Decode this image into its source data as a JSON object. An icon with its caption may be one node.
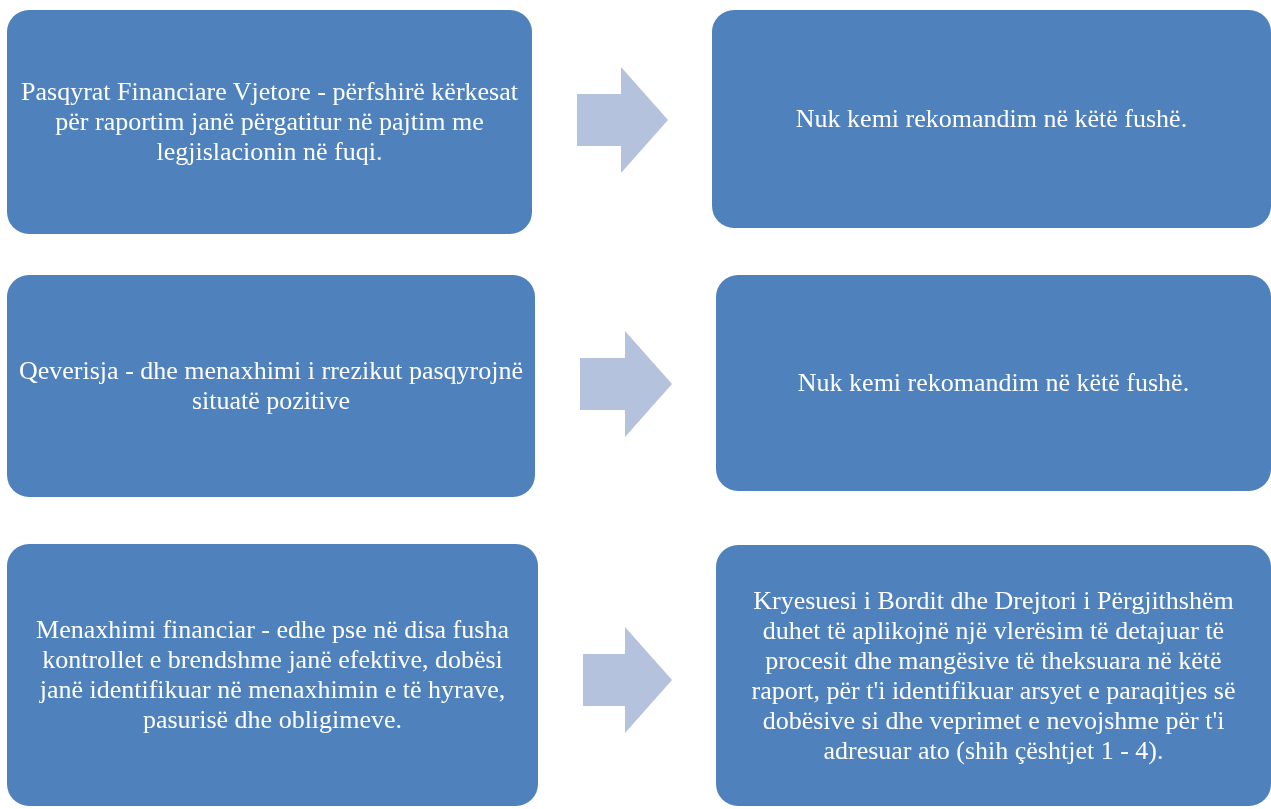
{
  "diagram": {
    "nodes": [
      {
        "text": [
          "Pasqyrat Financiare Vjetore - përfshirë kërkesat për raportim janë përgatitur në pajtim me legjislacionin në fuqi."
        ]
      },
      {
        "text": [
          "Nuk kemi rekomandim në këtë fushë."
        ]
      },
      {
        "text": [
          "Qeverisja - dhe menaxhimi i rrezikut pasqyrojnë situatë pozitive"
        ]
      },
      {
        "text": [
          "Nuk kemi rekomandim në këtë fushë."
        ]
      },
      {
        "text": [
          "Menaxhimi financiar - edhe pse në disa fusha kontrollet e brendshme janë efektive, dobësi janë identifikuar në menaxhimin e të hyrave, pasurisë dhe obligimeve."
        ]
      },
      {
        "text": [
          "Kryesuesi i Bordit dhe Drejtori  i Përgjithshëm duhet të aplikojnë një vlerësim të detajuar të procesit  dhe mangësive të theksuara në këtë raport, për t'i identifikuar arsyet e paraqitjes së dobësive si dhe veprimet e nevojshme për t'i adresuar ato (shih çështjet 1 - 4)."
        ]
      }
    ],
    "edges": [
      {
        "from": 0,
        "to": 1,
        "arrow": "to"
      },
      {
        "from": 2,
        "to": 3,
        "arrow": "to"
      },
      {
        "from": 4,
        "to": 5,
        "arrow": "to"
      }
    ]
  }
}
